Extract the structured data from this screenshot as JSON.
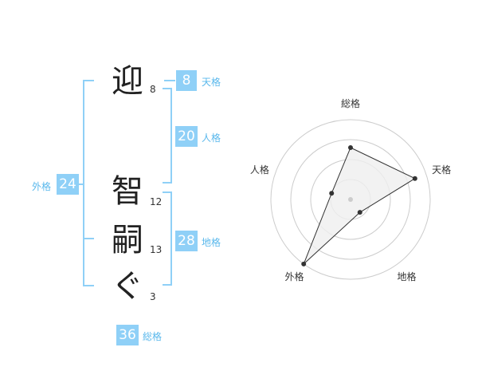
{
  "name_chars": [
    {
      "char": "迎",
      "strokes": "8"
    },
    {
      "char": "智",
      "strokes": "12"
    },
    {
      "char": "嗣",
      "strokes": "13"
    },
    {
      "char": "ぐ",
      "strokes": "3"
    }
  ],
  "kakusu": {
    "tenkaku": {
      "value": "8",
      "label": "天格"
    },
    "jinkaku": {
      "value": "20",
      "label": "人格"
    },
    "chikaku": {
      "value": "28",
      "label": "地格"
    },
    "gaikaku": {
      "value": "24",
      "label": "外格"
    },
    "soukaku": {
      "value": "36",
      "label": "総格"
    }
  },
  "colors": {
    "accent": "#8fd0f7",
    "label": "#5ab8ec",
    "polygon_fill": "#efefef"
  },
  "chart_data": {
    "type": "radar",
    "axes": [
      "総格",
      "天格",
      "地格",
      "外格",
      "人格"
    ],
    "scale": {
      "min": 0,
      "max": 4,
      "rings": 4
    },
    "values": [
      2.6,
      3.4,
      0.8,
      4.0,
      1.0
    ]
  }
}
